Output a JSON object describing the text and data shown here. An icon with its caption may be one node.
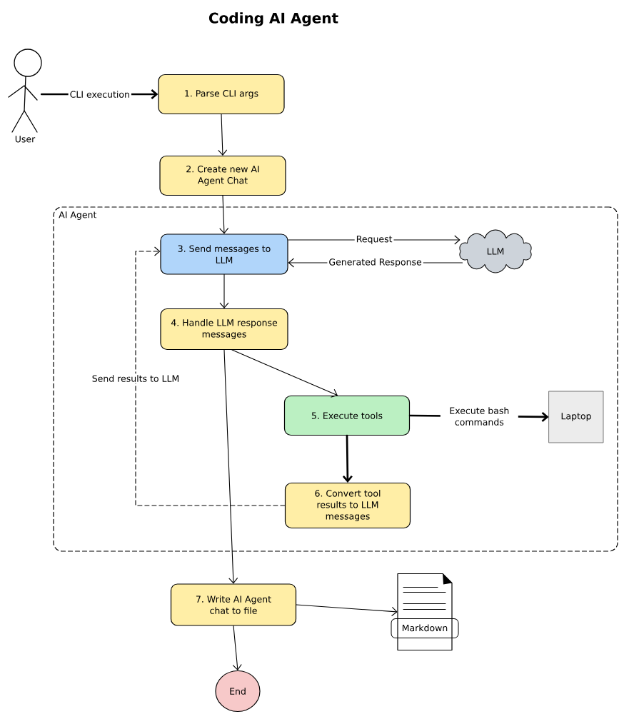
{
  "diagram": {
    "title": "Coding AI Agent",
    "nodes": [
      {
        "text": [],
        "shape": "person",
        "beside": [
          "User"
        ]
      },
      {
        "text": [
          "1. Parse CLI args"
        ]
      },
      {
        "text": [
          "2. Create new AI Agent Chat"
        ]
      },
      {
        "text": [
          "AI Agent"
        ]
      },
      {
        "text": [
          "3. Send messages to LLM"
        ],
        "in": 3
      },
      {
        "text": [
          "LLM"
        ],
        "in": 3
      },
      {
        "text": [
          "4. Handle LLM response messages"
        ],
        "in": 3
      },
      {
        "text": [
          "5. Execute tools"
        ],
        "in": 3
      },
      {
        "text": [
          "Laptop"
        ],
        "in": 3
      },
      {
        "text": [
          "6. Convert tool results to LLM messages"
        ],
        "in": 3
      },
      {
        "text": [
          "7. Write AI Agent chat to file"
        ]
      },
      {
        "text": [
          "Markdown"
        ]
      },
      {
        "text": [
          "End"
        ]
      }
    ],
    "edges": [
      {
        "from": 0,
        "to": 1,
        "arrow": "to",
        "label": "CLI execution",
        "style": "thick"
      },
      {
        "from": 1,
        "to": 2,
        "arrow": "to"
      },
      {
        "from": 2,
        "to": 4,
        "arrow": "to"
      },
      {
        "from": 4,
        "to": 5,
        "arrow": "to",
        "label": "Request"
      },
      {
        "from": 5,
        "to": 4,
        "arrow": "to",
        "label": "Generated Response"
      },
      {
        "from": 4,
        "to": 6,
        "arrow": "to"
      },
      {
        "from": 6,
        "to": 7,
        "arrow": "to"
      },
      {
        "from": 6,
        "to": 10,
        "arrow": "to"
      },
      {
        "from": 7,
        "to": 8,
        "arrow": "to",
        "label": "Execute bash commands",
        "style": "thick"
      },
      {
        "from": 7,
        "to": 9,
        "arrow": "to",
        "style": "thick"
      },
      {
        "from": 9,
        "to": 4,
        "arrow": "to",
        "label": "Send results to LLM",
        "style": "dashed"
      },
      {
        "from": 10,
        "to": 11,
        "arrow": "to"
      },
      {
        "from": 10,
        "to": 12,
        "arrow": "to"
      }
    ]
  }
}
